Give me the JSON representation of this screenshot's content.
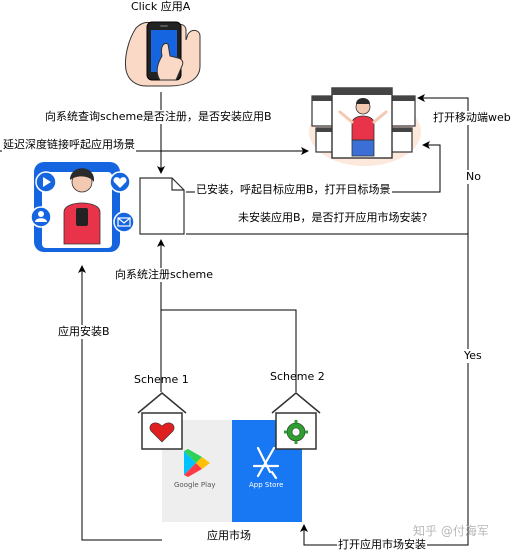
{
  "labels": {
    "click_a": "Click 应用A",
    "query_scheme": "向系统查询scheme是否注册，是否安装应用B",
    "deferred_deeplink": "延迟深度链接呼起应用场景",
    "open_mobile_web": "打开移动端web",
    "installed": "已安装，呼起目标应用B，打开目标场景",
    "not_installed": "未安装应用B，是否打开应用市场安装?",
    "no": "No",
    "yes": "Yes",
    "register_scheme": "向系统注册scheme",
    "install_app_b": "应用安装B",
    "scheme1": "Scheme 1",
    "scheme2": "Scheme 2",
    "app_market": "应用市场",
    "open_market_install": "打开应用市场安装",
    "google_play": "Google Play",
    "app_store": "App Store",
    "watermark": "知乎 @付海军"
  },
  "colors": {
    "line": "#000000",
    "phone_blue": "#1565e0",
    "person_red": "#e8334a",
    "store_blue": "#1877f2",
    "gplay_bg": "#eeeeee",
    "gear_green": "#2e9e2e",
    "heart_red": "#e02020"
  },
  "icons": [
    "hand-tap-phone-icon",
    "web-browser-person-icon",
    "phone-social-person-icon",
    "document-icon",
    "house-heart-icon",
    "house-gear-icon",
    "google-play-icon",
    "app-store-icon"
  ]
}
